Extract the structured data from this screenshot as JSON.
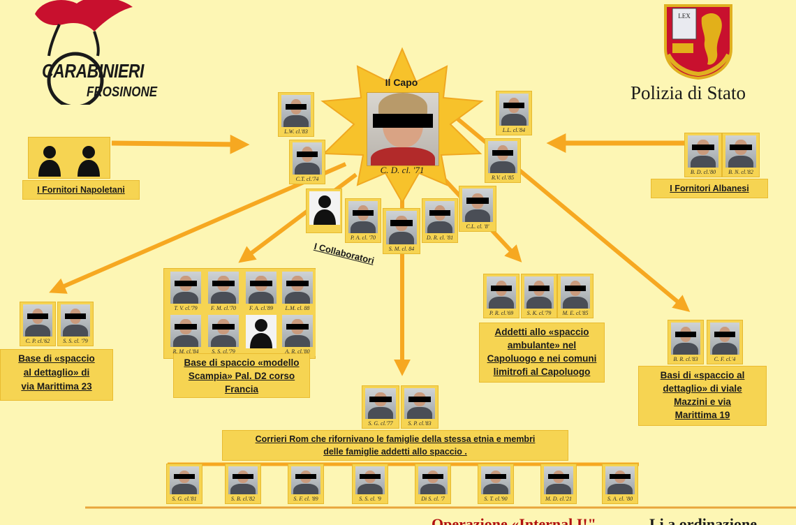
{
  "header": {
    "carabinieri_line1": "CARABINIERI",
    "carabinieri_line2": "FROSINONE",
    "polizia": "Polizia di Stato",
    "emblem_tablet_text": "LEX"
  },
  "capo": {
    "title": "Il Capo",
    "caption": "C. D. cl. '71"
  },
  "collaboratori_label": "I Collaboratori",
  "labels": {
    "fornitori_napoletani": "I Fornitori Napoletani",
    "fornitori_albanesi": "I Fornitori Albanesi",
    "base_marittima_23": [
      "Base di «spaccio",
      "al dettaglio» di",
      "via Marittima 23"
    ],
    "base_scampia": [
      "Base di spaccio «modello",
      "Scampia» Pal. D2 corso",
      "Francia"
    ],
    "addetti_ambulante": [
      "Addetti allo «spaccio",
      "ambulante» nel",
      "Capoluogo e nei comuni",
      "limitrofi al Capoluogo"
    ],
    "basi_mazzini": [
      "Basi di «spaccio al",
      "dettaglio» di viale",
      "Mazzini e via",
      "Marittima 19"
    ],
    "corrieri_rom": [
      "Corrieri Rom che rifornivano le famiglie della stessa etnia e membri",
      "delle famiglie addetti allo spaccio ."
    ]
  },
  "photos": {
    "near_capo_left_top": "L.W. cl.'83",
    "near_capo_left_bottom": "C.T. cl.'74",
    "near_capo_right_top": "L.L. cl.'84",
    "near_capo_right_bottom": "R.V. cl.'85",
    "collab_1": "P. A. cl. '70",
    "collab_2": "S. M. cl. 84",
    "collab_3": "D. R. cl. '81",
    "collab_4": "C.L. cl. '8'",
    "albanesi_1": "B. D. cl.'80",
    "albanesi_2": "B. N. cl.'82",
    "marittima_1": "C. P. cl.'62",
    "marittima_2": "S. S. cl. '79",
    "scampia_1": "T. V. cl.'79",
    "scampia_2": "F. M. cl.'70",
    "scampia_3": "F. A. cl.'89",
    "scampia_4": "L.M. cl. 88",
    "scampia_5": "R. M. cl.'84",
    "scampia_6": "S. S. cl.'79",
    "scampia_8": "A. R. cl.'80",
    "ambulante_1": "P. R. cl.'69",
    "ambulante_2": "S. K. cl.'79",
    "ambulante_3": "M. E. cl.'85",
    "mazzini_1": "B. R. cl.'83",
    "mazzini_2": "C. F. cl.'4",
    "corrieri_top_1": "S. G. cl.'77",
    "corrieri_top_2": "S. P. cl.'83",
    "rom_1": "S. G. cl.'81",
    "rom_2": "S. B. cl.'82",
    "rom_3": "S. F. cl. '89",
    "rom_4": "S. S. cl. '9",
    "rom_5": "Di S. cl. '7",
    "rom_6": "S. T. cl.'90",
    "rom_7": "M. D. cl.'21",
    "rom_8": "S. A. cl. '80"
  },
  "footer": {
    "operation_red": "Operazione «Internal I!\"",
    "operation_black": "Li a ordinazione"
  },
  "colors": {
    "background": "#fdf6b4",
    "arrow": "#f6a821",
    "label_fill": "#f6d452",
    "star": "#f7c22b",
    "carabinieri_red": "#c8102e",
    "polizia_red": "#c8102e"
  }
}
